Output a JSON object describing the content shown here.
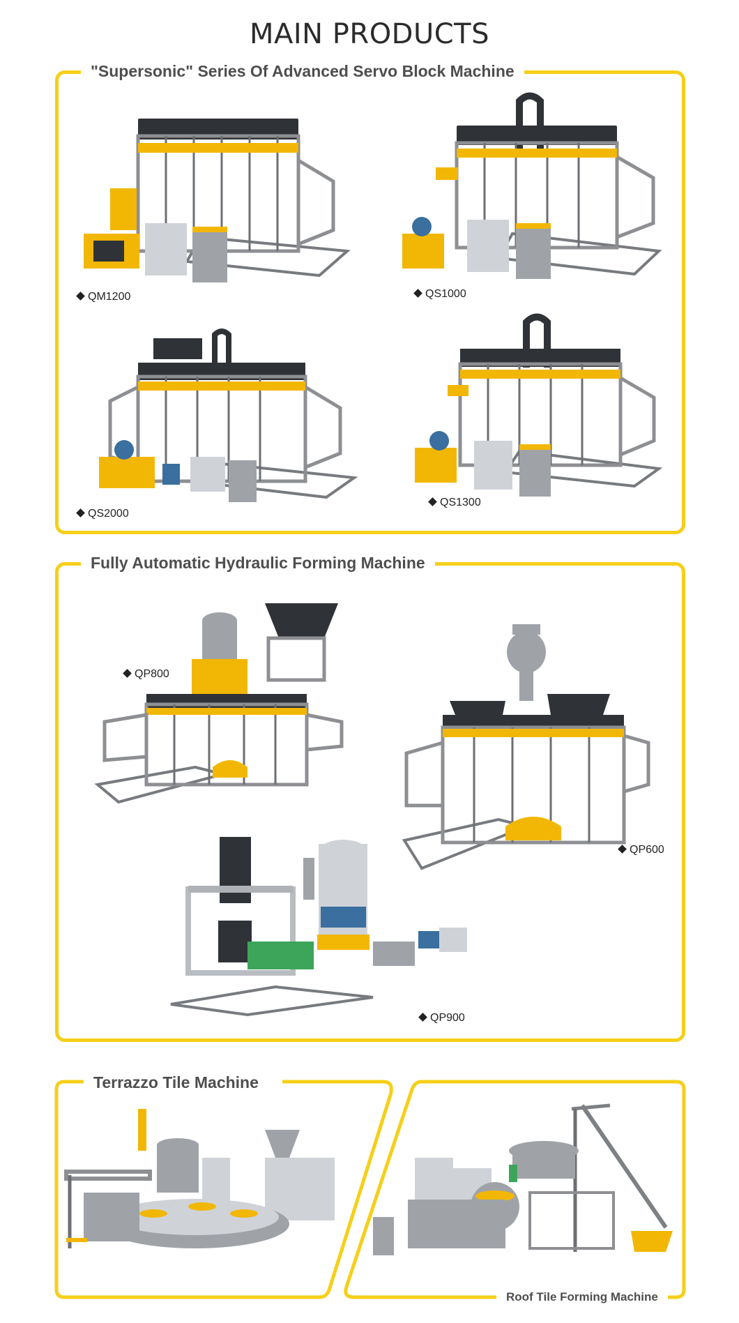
{
  "page_title": "MAIN PRODUCTS",
  "colors": {
    "accent": "#f5cf19",
    "machine_yellow": "#f2b705",
    "heading": "#4e4e4e"
  },
  "sections": [
    {
      "title": "\"Supersonic\" Series Of Advanced Servo Block Machine",
      "products": [
        {
          "model": "QM1200",
          "icon": "block-machine-image"
        },
        {
          "model": "QS1000",
          "icon": "block-machine-image"
        },
        {
          "model": "QS2000",
          "icon": "block-machine-image"
        },
        {
          "model": "QS1300",
          "icon": "block-machine-image"
        }
      ]
    },
    {
      "title": "Fully Automatic Hydraulic Forming Machine",
      "products": [
        {
          "model": "QP800",
          "icon": "hydraulic-machine-image"
        },
        {
          "model": "QP600",
          "icon": "hydraulic-machine-image"
        },
        {
          "model": "QP900",
          "icon": "hydraulic-machine-image"
        }
      ]
    },
    {
      "title": "Terrazzo Tile Machine",
      "products": [
        {
          "model": "",
          "icon": "terrazzo-machine-image"
        }
      ]
    },
    {
      "title": "Roof Tile Forming Machine",
      "products": [
        {
          "model": "",
          "icon": "roof-tile-machine-image"
        }
      ]
    }
  ]
}
